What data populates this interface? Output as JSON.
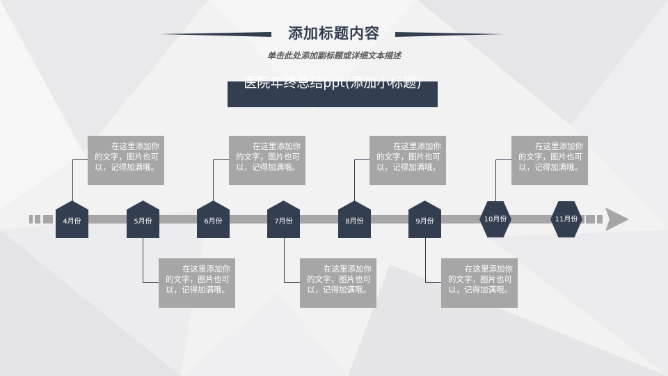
{
  "header": {
    "title": "添加标题内容",
    "subtitle": "单击此处添加副标题或详细文本描述"
  },
  "subheading": "医院年终总结ppt(添加小标题)",
  "timeline": {
    "months": [
      "4月份",
      "5月份",
      "6月份",
      "7月份",
      "8月份",
      "9月份",
      "10月份",
      "11月份"
    ],
    "cards": [
      "在这里添加你的文字，图片也可以，记得加满哦。",
      "在这里添加你的文字，图片也可以，记得加满哦。",
      "在这里添加你的文字，图片也可以，记得加满哦。",
      "在这里添加你的文字，图片也可以，记得加满哦。",
      "在这里添加你的文字，图片也可以，记得加满哦。",
      "在这里添加你的文字，图片也可以，记得加满哦。",
      "在这里添加你的文字，图片也可以，记得加满哦。"
    ]
  },
  "colors": {
    "dark": "#333f50",
    "gray": "#a6a6a6",
    "background": "#f2f2f3"
  }
}
